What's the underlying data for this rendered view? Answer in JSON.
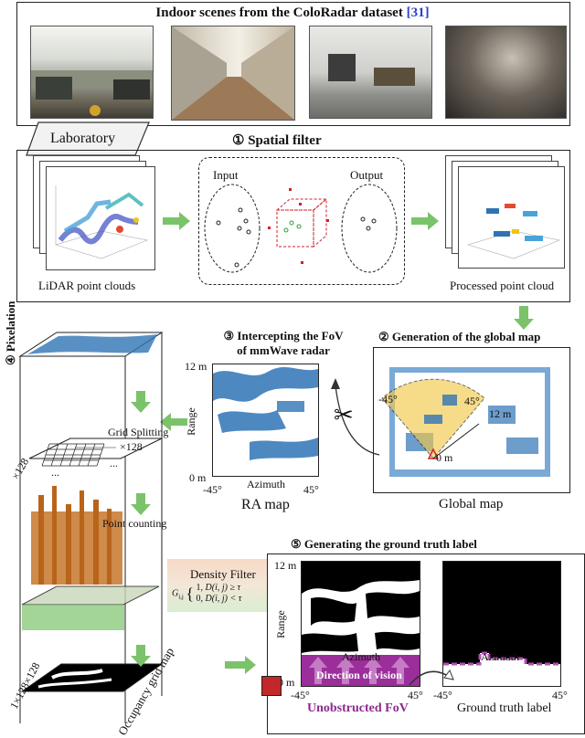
{
  "top": {
    "title": "Indoor scenes from the ColoRadar dataset ",
    "cite": "[31]",
    "photo_tab": "Laboratory"
  },
  "step1": {
    "title": "① Spatial filter",
    "input": "Input",
    "output": "Output",
    "left_caption": "LiDAR point clouds",
    "right_caption": "Processed point cloud"
  },
  "step2": {
    "title": "② Generation of the global map",
    "caption": "Global map",
    "angle_l": "-45°",
    "angle_r": "45°",
    "range": "12 m",
    "origin": "0 m"
  },
  "step3": {
    "title_1": "③ Intercepting the FoV",
    "title_2": "of mmWave radar",
    "caption": "RA map",
    "y_top": "12 m",
    "y_bot": "0 m",
    "x_l": "-45°",
    "x_r": "45°",
    "xlabel": "Azimuth",
    "ylabel": "Range"
  },
  "step4": {
    "title": "④ Pixelation",
    "grid_splitting": "Grid Splitting",
    "dim_a": "×128",
    "dim_b": "×128",
    "ellipsis_a": "...",
    "ellipsis_b": "...",
    "point_counting": "Point counting",
    "tau": "τ",
    "density_filter": "Density Filter",
    "formula_lhs": "G",
    "formula_sub": "i,j",
    "case1_val": "1,",
    "case1_cond": "D(i, j) ≥ τ",
    "case2_val": "0,",
    "case2_cond": "D(i, j) < τ",
    "dim_label": "1×128×128",
    "caption": "Occupancy grid map"
  },
  "step5": {
    "title": "⑤ Generating the ground truth label",
    "y_top": "12 m",
    "y_bot": "0 m",
    "ylabel": "Range",
    "xlabel_l": "Azimuth",
    "xlabel_r": "Azimuth",
    "x_l1": "-45°",
    "x_r1": "45°",
    "x_l2": "-45°",
    "x_r2": "45°",
    "direction": "Direction of vision",
    "fov_label": "Unobstructed FoV",
    "gt_label": "Ground truth label"
  },
  "colors": {
    "green": "#7ac36a",
    "purple": "#8e2a8e",
    "fov_yellow": "#f2c84b",
    "blue_map": "#2e74b5"
  }
}
